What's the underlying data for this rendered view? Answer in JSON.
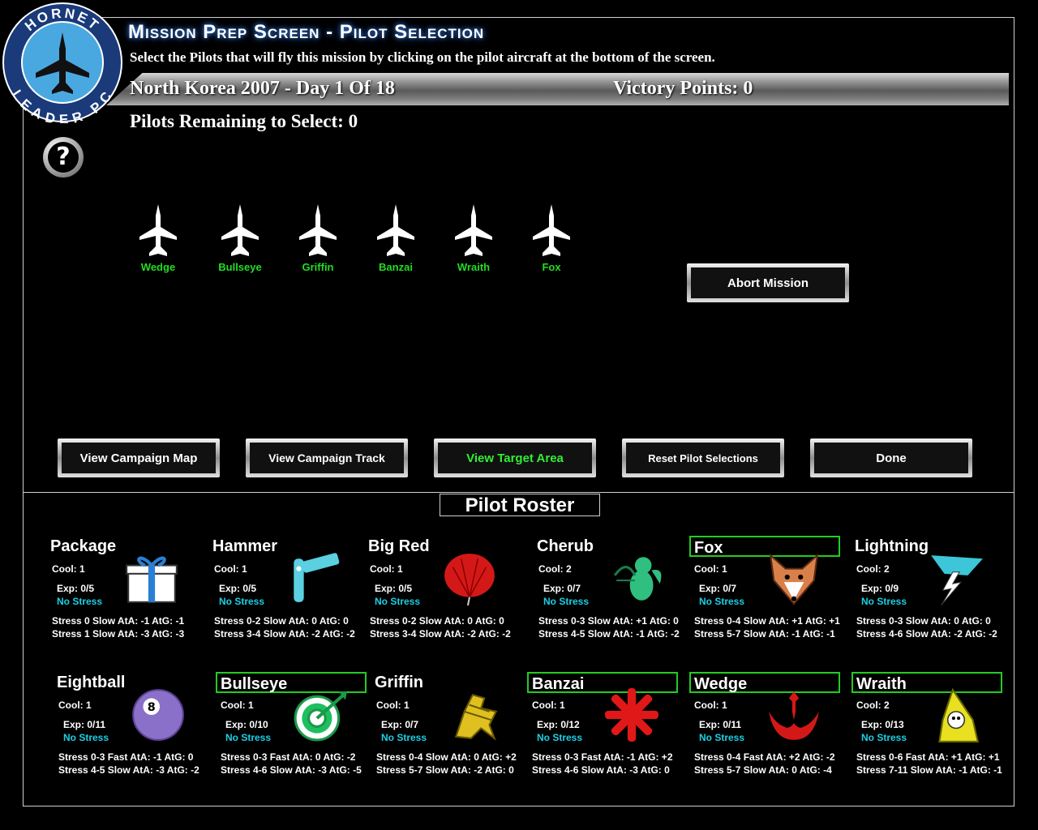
{
  "header": {
    "logo_top": "HORNET",
    "logo_bottom": "LEADER PC",
    "title": "Mission Prep Screen - Pilot Selection",
    "subtitle": "Select the Pilots that will fly this mission by clicking on the pilot aircraft at the bottom of the screen.",
    "campaign": "North Korea 2007 - Day 1 Of 18",
    "victory_points": "Victory Points: 0",
    "remaining": "Pilots Remaining to Select: 0",
    "help": "?"
  },
  "selected_pilots": [
    "Wedge",
    "Bullseye",
    "Griffin",
    "Banzai",
    "Wraith",
    "Fox"
  ],
  "colors": {
    "selected_text": "#22dd22",
    "no_stress": "#1bd0e6",
    "selection_border": "#22cc22"
  },
  "buttons": {
    "abort": "Abort Mission",
    "campaign_map": "View Campaign Map",
    "campaign_track": "View Campaign Track",
    "target_area": "View Target Area",
    "reset": "Reset Pilot Selections",
    "done": "Done"
  },
  "roster_title": "Pilot Roster",
  "roster": [
    {
      "name": "Package",
      "cool": "Cool: 1",
      "exp": "Exp: 0/5",
      "stress": "No Stress",
      "line1": "Stress 0 Slow AtA: -1 AtG: -1",
      "line2": "Stress 1 Slow AtA: -3 AtG: -3",
      "icon": "gift-icon",
      "selected": false
    },
    {
      "name": "Hammer",
      "cool": "Cool: 1",
      "exp": "Exp: 0/5",
      "stress": "No Stress",
      "line1": "Stress 0-2 Slow AtA: 0 AtG: 0",
      "line2": "Stress 3-4 Slow AtA: -2 AtG: -2",
      "icon": "hammer-icon",
      "selected": false
    },
    {
      "name": "Big Red",
      "cool": "Cool: 1",
      "exp": "Exp: 0/5",
      "stress": "No Stress",
      "line1": "Stress 0-2 Slow AtA: 0 AtG: 0",
      "line2": "Stress 3-4 Slow AtA: -2 AtG: -2",
      "icon": "red-balloon-icon",
      "selected": false
    },
    {
      "name": "Cherub",
      "cool": "Cool: 2",
      "exp": "Exp: 0/7",
      "stress": "No Stress",
      "line1": "Stress 0-3 Slow AtA: +1 AtG: 0",
      "line2": "Stress 4-5 Slow AtA: -1 AtG: -2",
      "icon": "cherub-icon",
      "selected": false
    },
    {
      "name": "Fox",
      "cool": "Cool: 1",
      "exp": "Exp: 0/7",
      "stress": "No Stress",
      "line1": "Stress 0-4 Slow AtA: +1 AtG: +1",
      "line2": "Stress 5-7 Slow AtA: -1 AtG: -1",
      "icon": "fox-icon",
      "selected": true
    },
    {
      "name": "Lightning",
      "cool": "Cool: 2",
      "exp": "Exp: 0/9",
      "stress": "No Stress",
      "line1": "Stress 0-3 Slow AtA: 0 AtG: 0",
      "line2": "Stress 4-6 Slow AtA: -2 AtG: -2",
      "icon": "lightning-icon",
      "selected": false
    },
    {
      "name": "Eightball",
      "cool": "Cool: 1",
      "exp": "Exp: 0/11",
      "stress": "No Stress",
      "line1": "Stress 0-3 Fast AtA: -1 AtG: 0",
      "line2": "Stress 4-5 Slow AtA: -3 AtG: -2",
      "icon": "eightball-icon",
      "selected": false
    },
    {
      "name": "Bullseye",
      "cool": "Cool: 1",
      "exp": "Exp: 0/10",
      "stress": "No Stress",
      "line1": "Stress 0-3 Fast AtA: 0 AtG: -2",
      "line2": "Stress 4-6 Slow AtA: -3 AtG: -5",
      "icon": "target-arrow-icon",
      "selected": true
    },
    {
      "name": "Griffin",
      "cool": "Cool: 1",
      "exp": "Exp: 0/7",
      "stress": "No Stress",
      "line1": "Stress 0-4 Slow AtA: 0 AtG: +2",
      "line2": "Stress 5-7 Slow AtA: -2 AtG: 0",
      "icon": "griffin-icon",
      "selected": false
    },
    {
      "name": "Banzai",
      "cool": "Cool: 1",
      "exp": "Exp: 0/12",
      "stress": "No Stress",
      "line1": "Stress 0-3 Fast AtA: -1 AtG: +2",
      "line2": "Stress 4-6 Slow AtA: -3 AtG: 0",
      "icon": "rising-sun-icon",
      "selected": true
    },
    {
      "name": "Wedge",
      "cool": "Cool: 1",
      "exp": "Exp: 0/11",
      "stress": "No Stress",
      "line1": "Stress 0-4 Fast AtA: +2 AtG: -2",
      "line2": "Stress 5-7 Slow AtA: 0 AtG: -4",
      "icon": "anchor-wedge-icon",
      "selected": true
    },
    {
      "name": "Wraith",
      "cool": "Cool: 2",
      "exp": "Exp: 0/13",
      "stress": "No Stress",
      "line1": "Stress 0-6 Fast AtA: +1 AtG: +1",
      "line2": "Stress 7-11 Slow AtA: -1 AtG: -1",
      "icon": "wraith-icon",
      "selected": true
    }
  ]
}
